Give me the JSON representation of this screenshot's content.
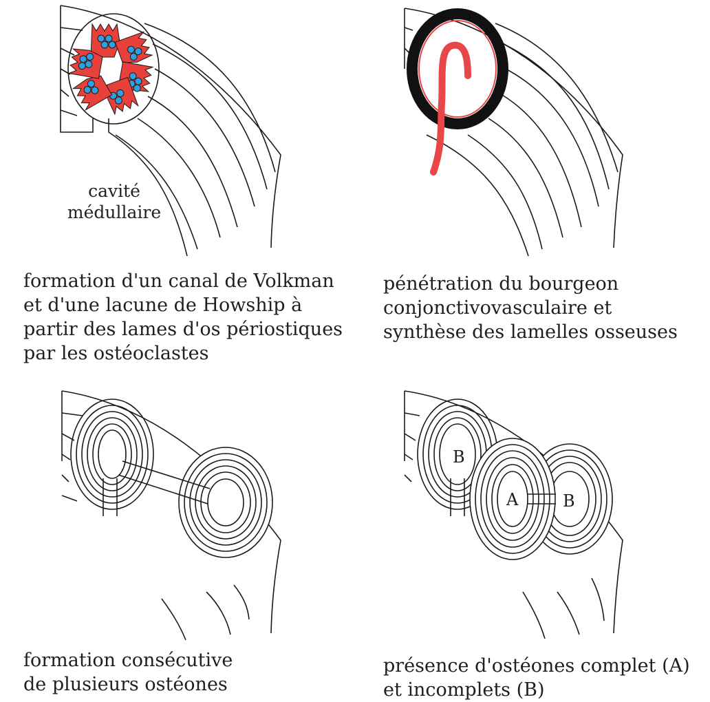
{
  "panels": [
    {
      "id": "volkman",
      "caption": [
        "formation d'un canal de Volkman",
        "et d'une lacune de Howship à",
        "partir des lames d'os périostiques",
        "par les ostéoclastes"
      ],
      "label": [
        "cavité",
        "médullaire"
      ]
    },
    {
      "id": "penetration",
      "caption": [
        "pénétration du bourgeon",
        "conjonctivovasculaire et",
        "synthèse des lamelles osseuses"
      ]
    },
    {
      "id": "successive",
      "caption": [
        "formation consécutive",
        "de plusieurs ostéones"
      ]
    },
    {
      "id": "complete",
      "caption": [
        "présence d'ostéones complet (A)",
        "et incomplets (B)"
      ],
      "letters": {
        "complete": "A",
        "incomplete": "B"
      }
    }
  ],
  "colors": {
    "ink": "#1a1a1a",
    "osteoclast": "#e8403a",
    "nucleus": "#2f9fe0",
    "vessel": "#e8474a",
    "bone_rim": "#111111"
  }
}
